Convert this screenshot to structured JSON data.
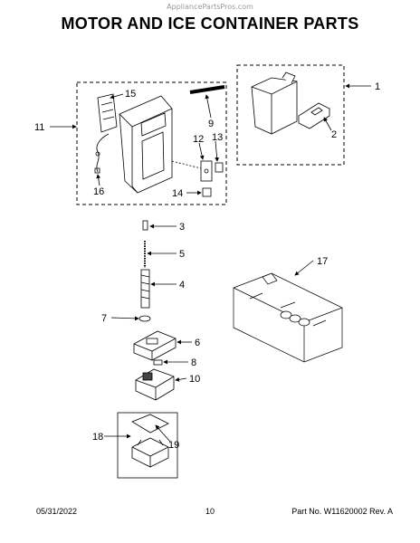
{
  "watermark": "AppliancePartsPros.com",
  "title": "MOTOR AND ICE CONTAINER PARTS",
  "callouts": {
    "c1": "1",
    "c2": "2",
    "c3": "3",
    "c4": "4",
    "c5": "5",
    "c6": "6",
    "c7": "7",
    "c8": "8",
    "c9": "9",
    "c10": "10",
    "c11": "11",
    "c12": "12",
    "c13": "13",
    "c14": "14",
    "c15": "15",
    "c16": "16",
    "c17": "17",
    "c18": "18",
    "c19": "19"
  },
  "footer": {
    "date": "05/31/2022",
    "page": "10",
    "part": "Part No. W11620002  Rev. A"
  }
}
